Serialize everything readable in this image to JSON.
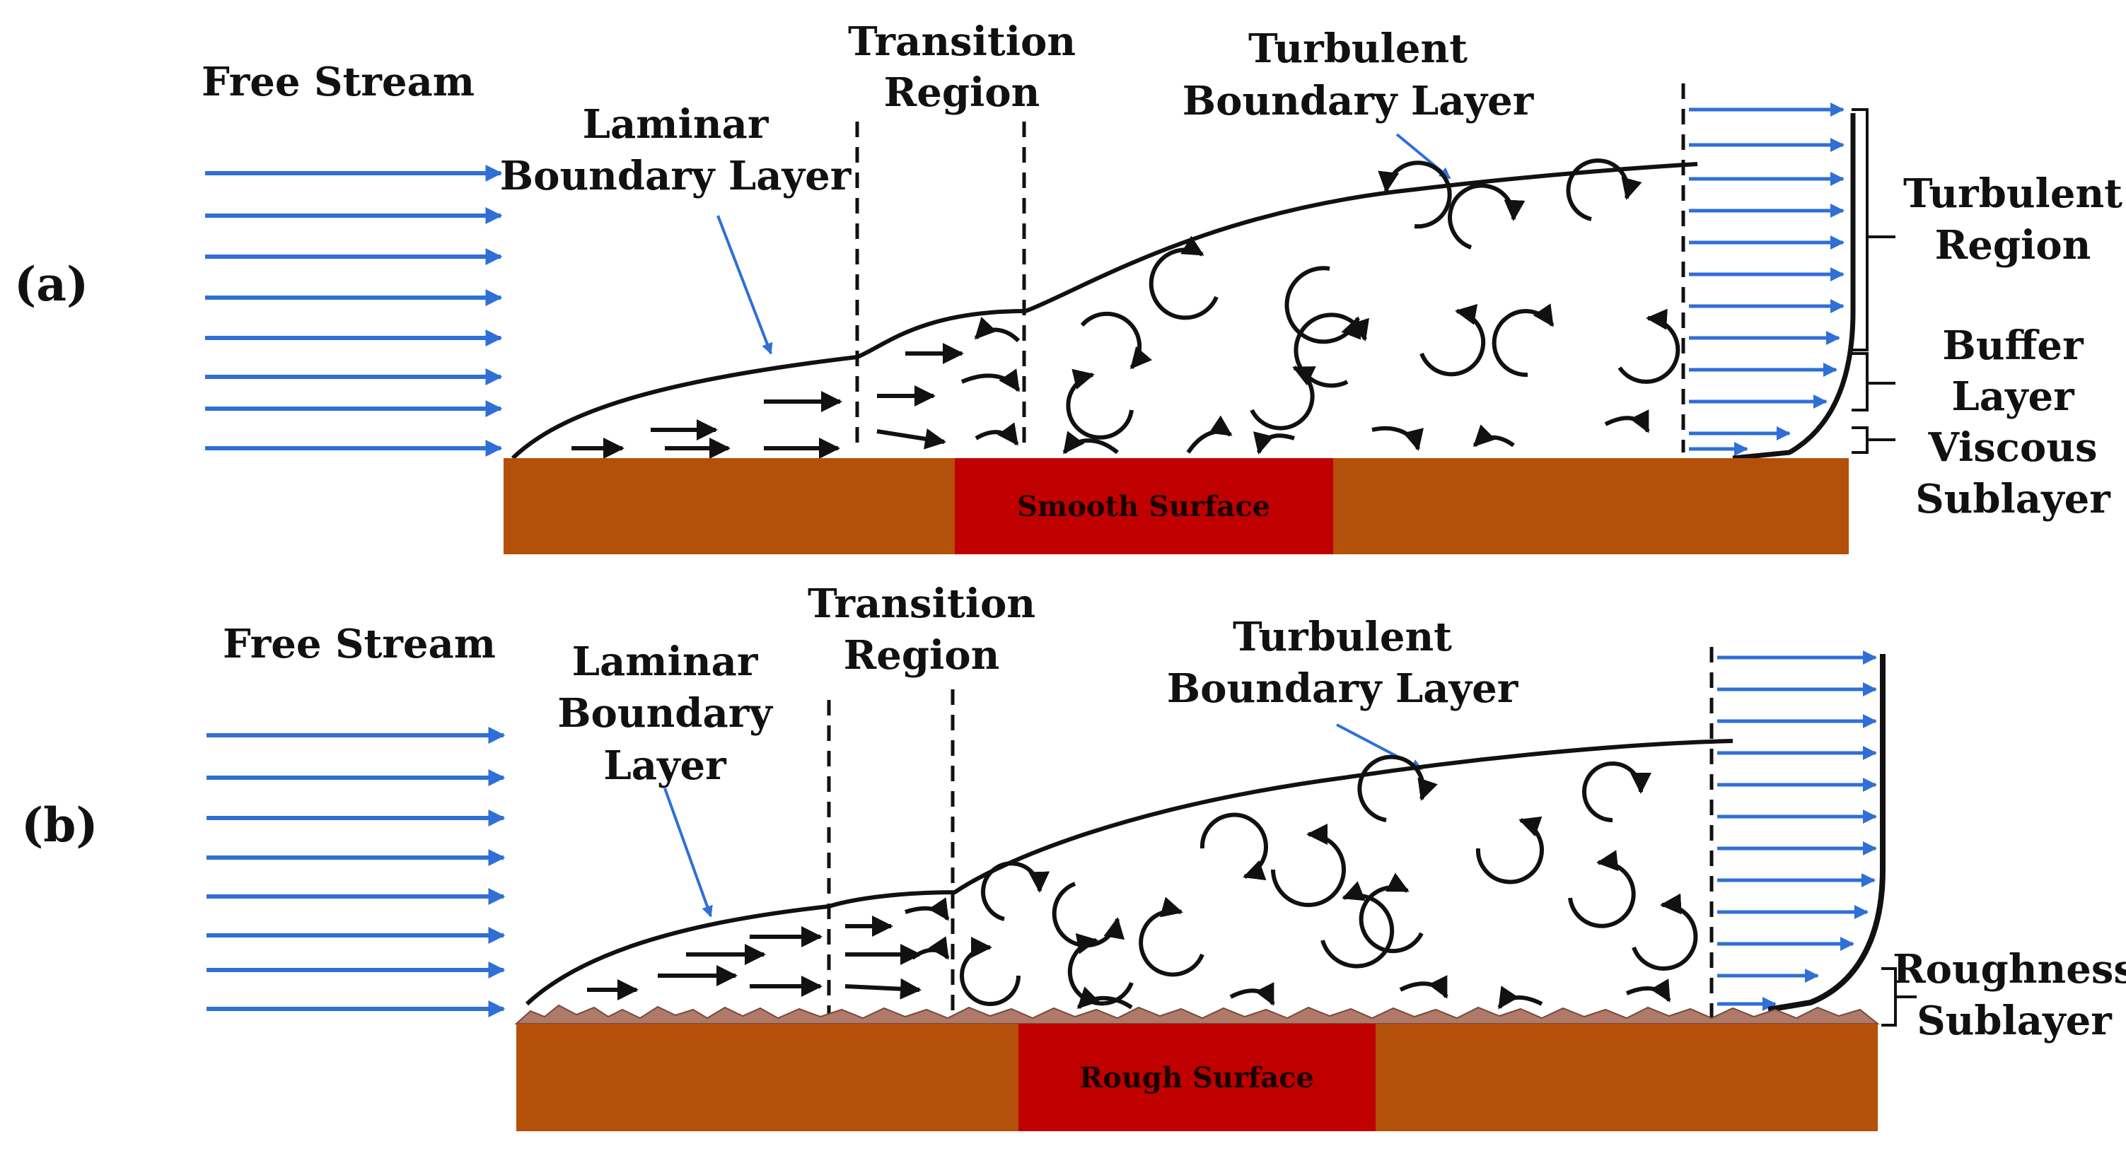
{
  "colors": {
    "flow_arrow": "#2f6fd6",
    "surface": "#b4500a",
    "surface_label_box": "#c00000",
    "roughness": "#b07a6a",
    "ink": "#111111"
  },
  "panel_a": {
    "tag": "(a)",
    "free_stream": "Free Stream",
    "laminar_line1": "Laminar",
    "laminar_line2": "Boundary Layer",
    "transition_line1": "Transition",
    "transition_line2": "Region",
    "turbulent_line1": "Turbulent",
    "turbulent_line2": "Boundary Layer",
    "turbulent_region_line1": "Turbulent",
    "turbulent_region_line2": "Region",
    "buffer_line1": "Buffer",
    "buffer_line2": "Layer",
    "viscous_line1": "Viscous",
    "viscous_line2": "Sublayer",
    "surface_label": "Smooth Surface"
  },
  "panel_b": {
    "tag": "(b)",
    "free_stream": "Free Stream",
    "laminar_line1": "Laminar",
    "laminar_line2": "Boundary",
    "laminar_line3": "Layer",
    "transition_line1": "Transition",
    "transition_line2": "Region",
    "turbulent_line1": "Turbulent",
    "turbulent_line2": "Boundary Layer",
    "roughness_line1": "Roughness",
    "roughness_line2": "Sublayer",
    "surface_label": "Rough Surface"
  }
}
